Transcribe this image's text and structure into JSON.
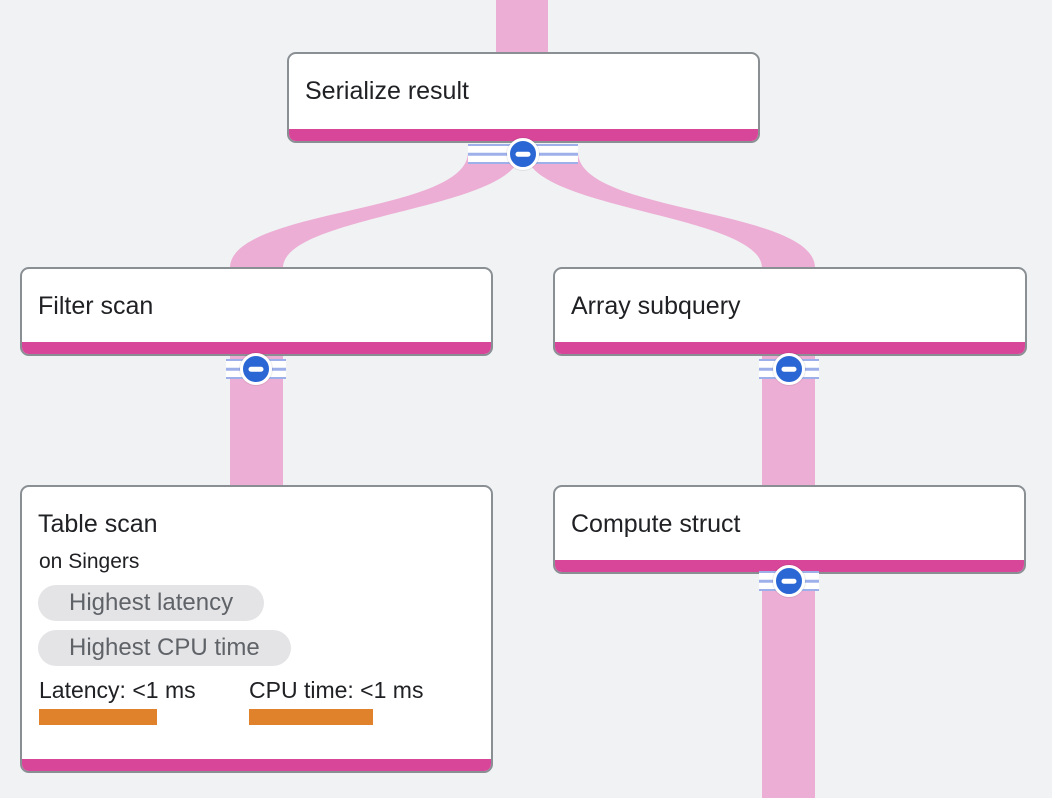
{
  "diagram": {
    "nodes": [
      {
        "id": "serialize-result",
        "title": "Serialize result",
        "has_collapse_control": true
      },
      {
        "id": "filter-scan",
        "title": "Filter scan",
        "has_collapse_control": true
      },
      {
        "id": "array-subquery",
        "title": "Array subquery",
        "has_collapse_control": true
      },
      {
        "id": "table-scan",
        "title": "Table scan",
        "subtitle": "on Singers",
        "badges": [
          "Highest latency",
          "Highest CPU time"
        ],
        "stats": [
          {
            "label": "Latency: <1 ms"
          },
          {
            "label": "CPU time: <1 ms"
          }
        ],
        "has_collapse_control": false
      },
      {
        "id": "compute-struct",
        "title": "Compute struct",
        "has_collapse_control": true
      }
    ],
    "edges": [
      {
        "from": "offscreen-top",
        "to": "serialize-result"
      },
      {
        "from": "serialize-result",
        "to": "filter-scan"
      },
      {
        "from": "serialize-result",
        "to": "array-subquery"
      },
      {
        "from": "filter-scan",
        "to": "table-scan"
      },
      {
        "from": "array-subquery",
        "to": "compute-struct"
      },
      {
        "from": "compute-struct",
        "to": "offscreen-bottom"
      }
    ],
    "collapse_icon": "minus-circle"
  },
  "colors": {
    "background": "#f0f2f4",
    "node_fill": "#ffffff",
    "node_border": "#8a8f94",
    "accent_bar": "#d8469a",
    "edge_band": "#ecaed4",
    "circle_blue": "#2b67d4",
    "stripe_blue": "#9db0ea",
    "badge_bg": "#e4e4e6",
    "badge_text": "#5f6368",
    "stat_bar": "#e0812c",
    "title_text": "#202124"
  }
}
